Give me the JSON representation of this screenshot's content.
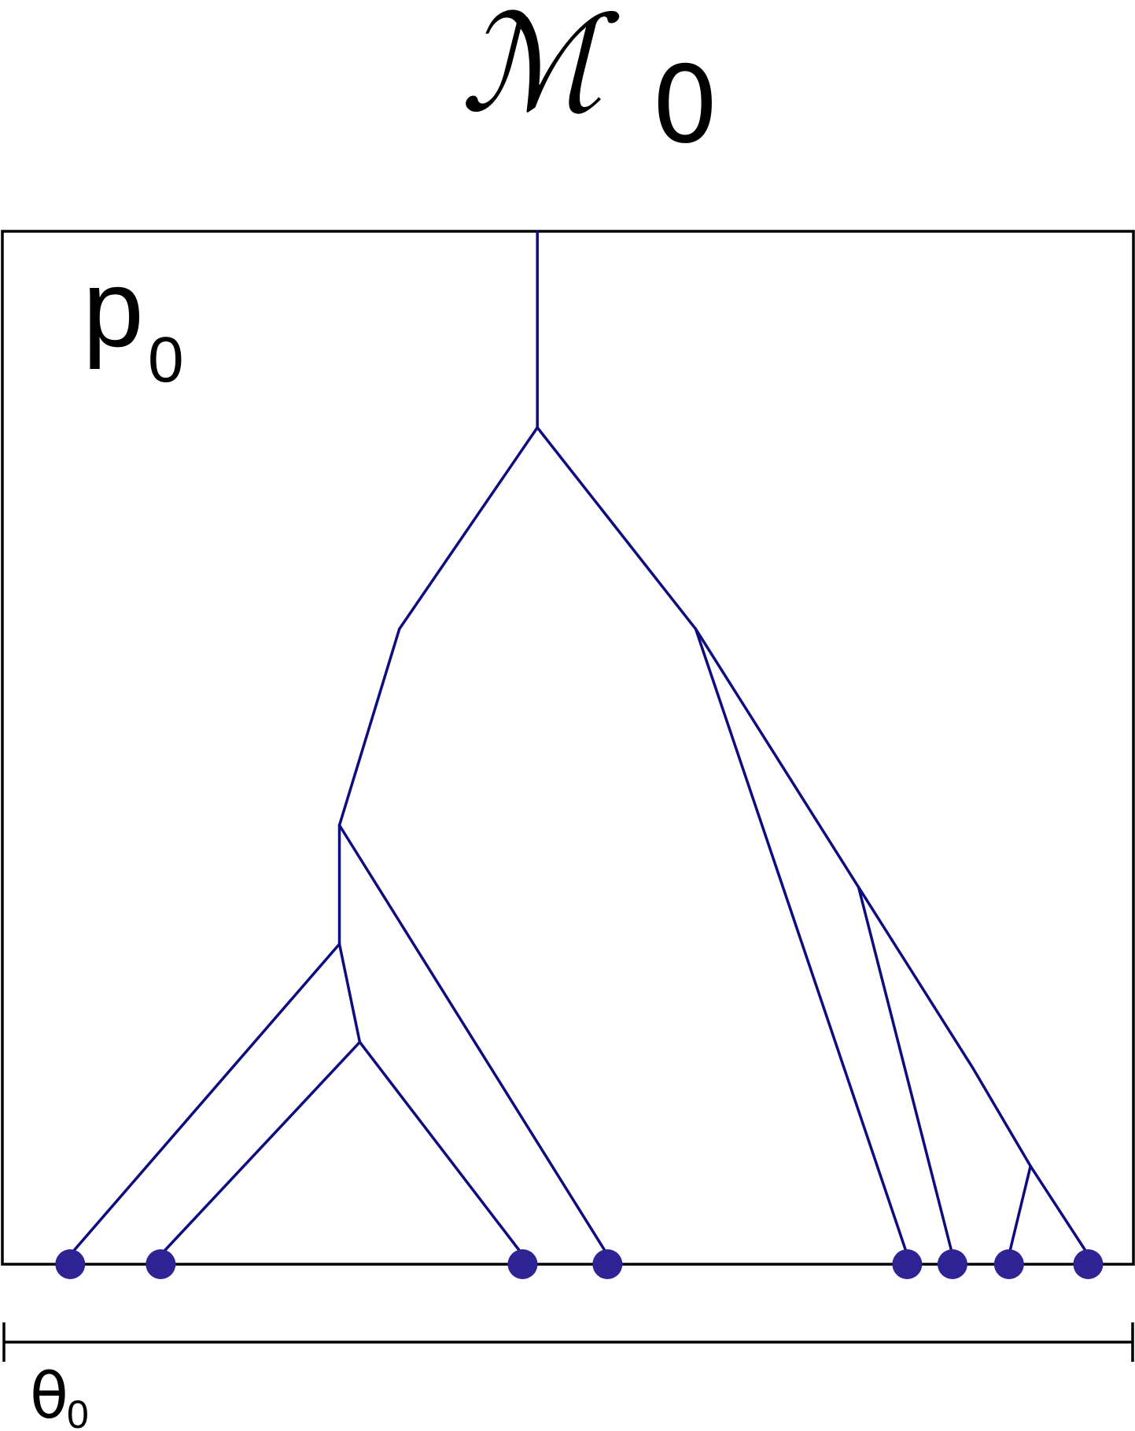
{
  "title": {
    "main": "ℳ",
    "subscript": "0"
  },
  "panel_label": {
    "main": "p",
    "subscript": "0"
  },
  "scale_label": {
    "main": "θ",
    "subscript": "0"
  },
  "tree": {
    "nodes": {
      "root": {
        "parent": null,
        "depth": 0.0
      },
      "n1": {
        "parent": "root",
        "depth": 0.19
      },
      "n2": {
        "parent": "n1",
        "depth": 0.385
      },
      "n3": {
        "parent": "n2",
        "depth": 0.575
      },
      "n4": {
        "parent": "n3",
        "depth": 0.69
      },
      "n5": {
        "parent": "n4",
        "depth": 0.785
      },
      "n6": {
        "parent": "n1",
        "depth": 0.385
      },
      "n7": {
        "parent": "n6",
        "depth": 0.635
      },
      "n8": {
        "parent": "n7",
        "depth": 0.81
      },
      "n9": {
        "parent": "n8",
        "depth": 0.905
      }
    },
    "leaves": [
      {
        "parent": "n4",
        "pos": 0.06
      },
      {
        "parent": "n5",
        "pos": 0.14
      },
      {
        "parent": "n5",
        "pos": 0.46
      },
      {
        "parent": "n3",
        "pos": 0.535
      },
      {
        "parent": "n6",
        "pos": 0.8
      },
      {
        "parent": "n7",
        "pos": 0.84
      },
      {
        "parent": "n9",
        "pos": 0.89
      },
      {
        "parent": "n9",
        "pos": 0.96
      }
    ],
    "internal_pos": {
      "root": 0.473,
      "n1": 0.473,
      "n2": 0.351,
      "n3": 0.298,
      "n4": 0.298,
      "n5": 0.316,
      "n6": 0.613,
      "n7": 0.757,
      "n8": 0.858,
      "n9": 0.909
    },
    "colors": {
      "edge": "#0d0d80",
      "leaf": "#2e2394"
    }
  }
}
